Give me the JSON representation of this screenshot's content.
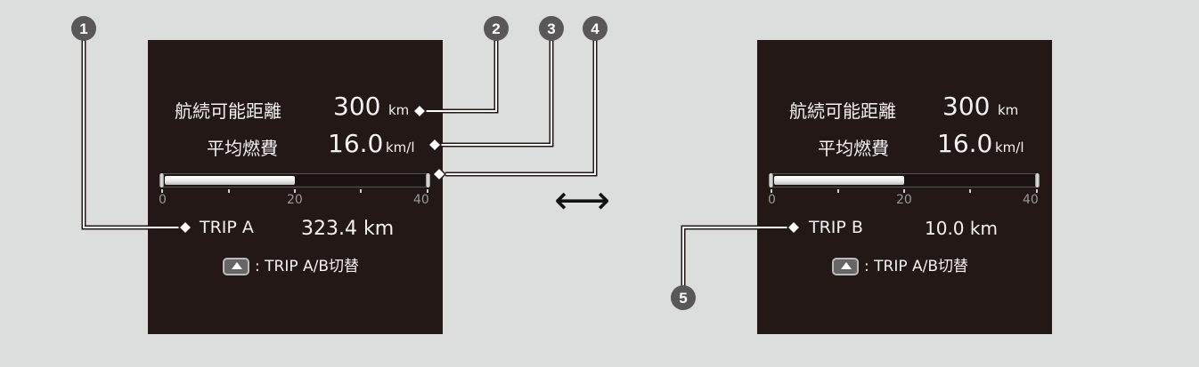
{
  "callouts": [
    "1",
    "2",
    "3",
    "4",
    "5"
  ],
  "switch_arrow": "⟷",
  "panels": [
    {
      "range_label": "航続可能距離",
      "range_value": "300",
      "range_unit": "km",
      "fuel_label": "平均燃費",
      "fuel_value": "16.0",
      "fuel_unit": "km/l",
      "gauge": {
        "min": 0,
        "max": 40,
        "value": 20,
        "ticks": [
          "0",
          "20",
          "40"
        ]
      },
      "trip_label": "TRIP A",
      "trip_value": "323.4 km",
      "switch_text": ": TRIP A/B切替"
    },
    {
      "range_label": "航続可能距離",
      "range_value": "300",
      "range_unit": "km",
      "fuel_label": "平均燃費",
      "fuel_value": "16.0",
      "fuel_unit": "km/l",
      "gauge": {
        "min": 0,
        "max": 40,
        "value": 20,
        "ticks": [
          "0",
          "20",
          "40"
        ]
      },
      "trip_label": "TRIP B",
      "trip_value": "10.0 km",
      "switch_text": ": TRIP A/B切替"
    }
  ]
}
